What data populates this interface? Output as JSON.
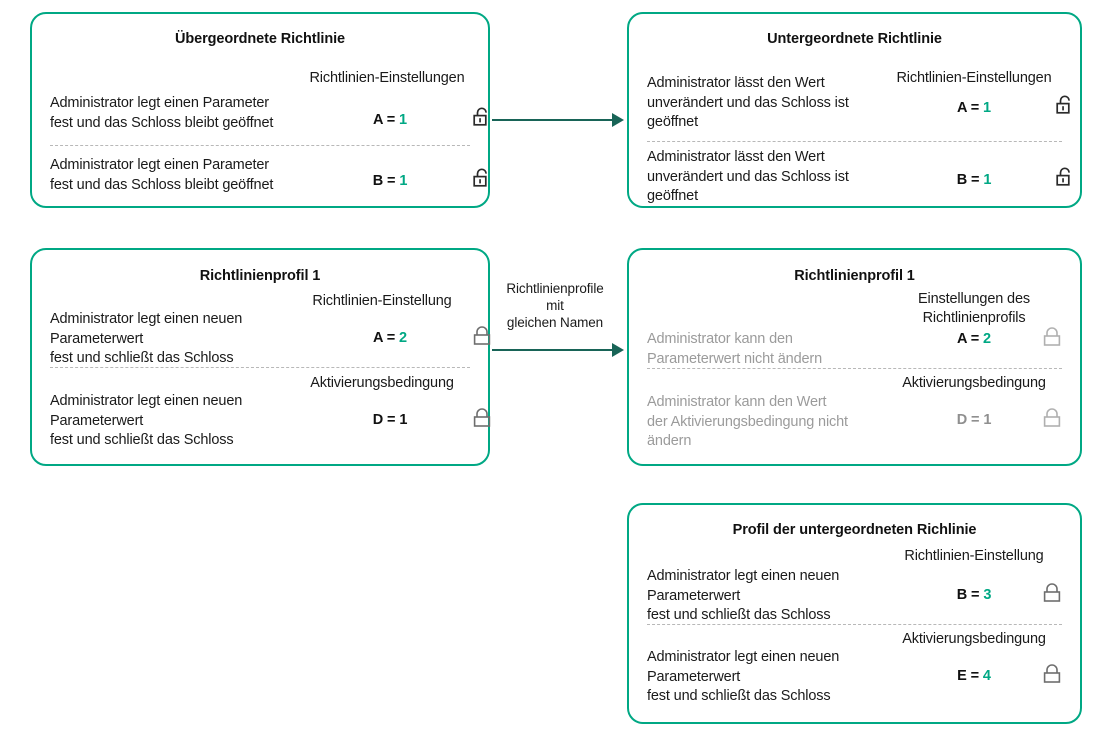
{
  "colors": {
    "card_border": "#00a884",
    "accent_value": "#00a884",
    "arrow": "#186457",
    "muted_text": "#9b9b9b",
    "divider": "#b8b8b8",
    "text": "#1a1a1a"
  },
  "cards": [
    {
      "id": "parent-policy",
      "title": "Übergeordnete\nRichtlinie",
      "rows": [
        {
          "description": "Administrator legt einen Parameter\nfest und das Schloss bleibt geöffnet",
          "column_label": "Richtlinien-Einstellungen",
          "value_key": "A",
          "value_sep": " = ",
          "value_num": "1",
          "value_num_accent": false,
          "lock": "unlock-icon",
          "lock_state": "open",
          "muted": false
        },
        {
          "description": "Administrator legt einen Parameter\nfest und das Schloss bleibt geöffnet",
          "column_label": "",
          "value_key": "B",
          "value_sep": " = ",
          "value_num": "1",
          "value_num_accent": true,
          "lock": "unlock-icon",
          "lock_state": "open",
          "muted": false
        }
      ]
    },
    {
      "id": "child-policy",
      "title": "Untergeordnete\nRichtlinie",
      "rows": [
        {
          "description": "Administrator lässt den Wert\nunverändert und das Schloss ist\ngeöffnet",
          "column_label": "Richtlinien-Einstellungen",
          "value_key": "A",
          "value_sep": " = ",
          "value_num": "1",
          "value_num_accent": false,
          "lock": "unlock-icon",
          "lock_state": "open",
          "muted": false
        },
        {
          "description": "Administrator lässt den Wert\nunverändert und das Schloss ist\ngeöffnet",
          "column_label": "",
          "value_key": "B",
          "value_sep": " = ",
          "value_num": "1",
          "value_num_accent": true,
          "lock": "unlock-icon",
          "lock_state": "open",
          "muted": false
        }
      ]
    },
    {
      "id": "policy-profile-1-left",
      "title": "Richtlinienprofil 1",
      "rows": [
        {
          "description": "Administrator legt einen neuen\nParameterwert\nfest und schließt das Schloss",
          "column_label": "Richtlinien-Einstellung",
          "value_key": "A",
          "value_sep": " = ",
          "value_num": "2",
          "value_num_accent": true,
          "lock": "lock-icon",
          "lock_state": "closed",
          "muted": false
        },
        {
          "description": "Administrator legt einen neuen\nParameterwert\nfest und schließt das Schloss",
          "column_label": "Aktivierungsbedingung",
          "value_key": "D",
          "value_sep": " = ",
          "value_num": "1",
          "value_num_accent": false,
          "lock": "lock-icon",
          "lock_state": "closed",
          "muted": false
        }
      ]
    },
    {
      "id": "policy-profile-1-right",
      "title": "Richtlinienprofil 1",
      "rows": [
        {
          "description": "Administrator kann den\nParameterwert nicht ändern",
          "column_label": "Einstellungen des\nRichtlinienprofils",
          "value_key": "A",
          "value_sep": " = ",
          "value_num": "2",
          "value_num_accent": true,
          "lock": "lock-icon",
          "lock_state": "closed",
          "muted": true
        },
        {
          "description": "Administrator kann den Wert\nder Aktivierungsbedingung nicht\nändern",
          "column_label": "Aktivierungsbedingung",
          "value_key": "D",
          "value_sep": " = ",
          "value_num": "1",
          "value_num_accent": false,
          "lock": "lock-icon",
          "lock_state": "closed",
          "muted": true
        }
      ]
    },
    {
      "id": "child-policy-profile",
      "title": "Profil der untergeordneten Richlinie",
      "rows": [
        {
          "description": "Administrator legt einen neuen\nParameterwert\nfest und schließt das Schloss",
          "column_label": "Richtlinien-Einstellung",
          "value_key": "B",
          "value_sep": " = ",
          "value_num": "3",
          "value_num_accent": true,
          "lock": "lock-icon",
          "lock_state": "closed",
          "muted": false
        },
        {
          "description": "Administrator legt einen neuen\nParameterwert\nfest und schließt das Schloss",
          "column_label": "Aktivierungsbedingung",
          "value_key": "E",
          "value_sep": " = ",
          "value_num": "4",
          "value_num_accent": true,
          "lock": "lock-icon",
          "lock_state": "closed",
          "muted": false
        }
      ]
    }
  ],
  "arrows": [
    {
      "id": "arrow-top",
      "label": ""
    },
    {
      "id": "arrow-middle",
      "label": "Richtlinienprofile\nmit\ngleichen Namen"
    }
  ]
}
